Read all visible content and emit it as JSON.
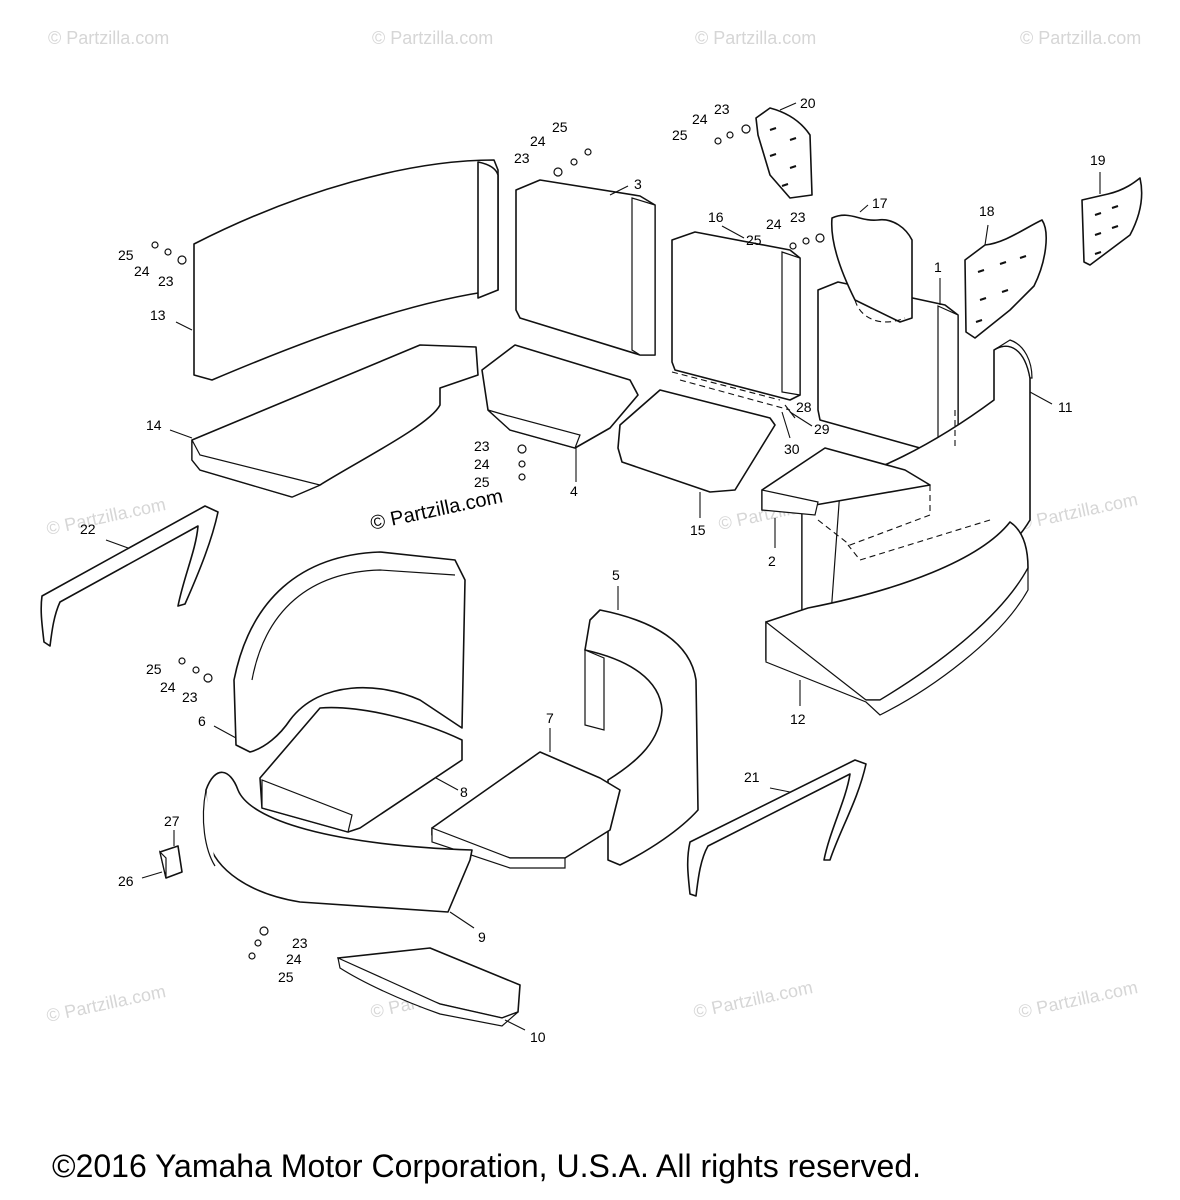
{
  "watermark": "© Partzilla.com",
  "brand": "© Partzilla.com",
  "copyright": "©2016  Yamaha Motor Corporation, U.S.A. All rights reserved.",
  "callouts": {
    "c1": "1",
    "c2": "2",
    "c3": "3",
    "c4": "4",
    "c5": "5",
    "c6": "6",
    "c7": "7",
    "c8": "8",
    "c9": "9",
    "c10": "10",
    "c11": "11",
    "c12": "12",
    "c13": "13",
    "c14": "14",
    "c15": "15",
    "c16": "16",
    "c17": "17",
    "c18": "18",
    "c19": "19",
    "c20": "20",
    "c21": "21",
    "c22": "22",
    "c26": "26",
    "c27": "27",
    "c28": "28",
    "c29": "29",
    "c30": "30"
  },
  "hardware": {
    "washer": "23",
    "lockwasher": "24",
    "bolt": "25"
  }
}
